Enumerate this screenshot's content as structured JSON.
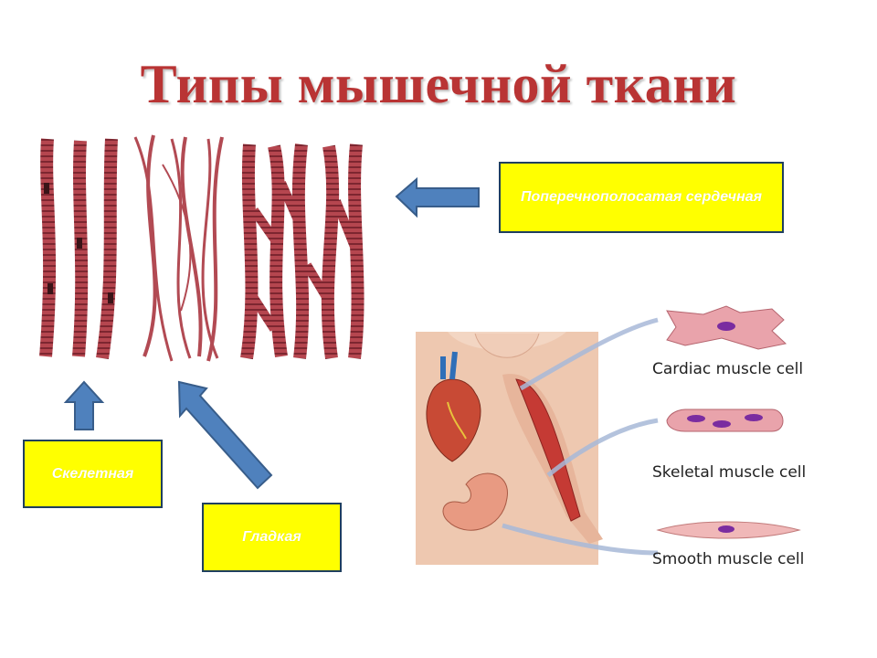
{
  "title": "Типы мышечной ткани",
  "labels": {
    "cardiac_ru": "Поперечнополосатая сердечная",
    "skeletal_ru": "Скелетная",
    "smooth_ru": "Гладкая"
  },
  "illustration": {
    "cardiac_cell": "Cardiac muscle cell",
    "skeletal_cell": "Skeletal muscle cell",
    "smooth_cell": "Smooth muscle cell"
  },
  "colors": {
    "title": "#b93434",
    "label_fill": "#ffff00",
    "label_border": "#1f3f5f",
    "arrow": "#4f81bd",
    "fiber": "#a83c46",
    "nucleus": "#7a2ca0"
  }
}
